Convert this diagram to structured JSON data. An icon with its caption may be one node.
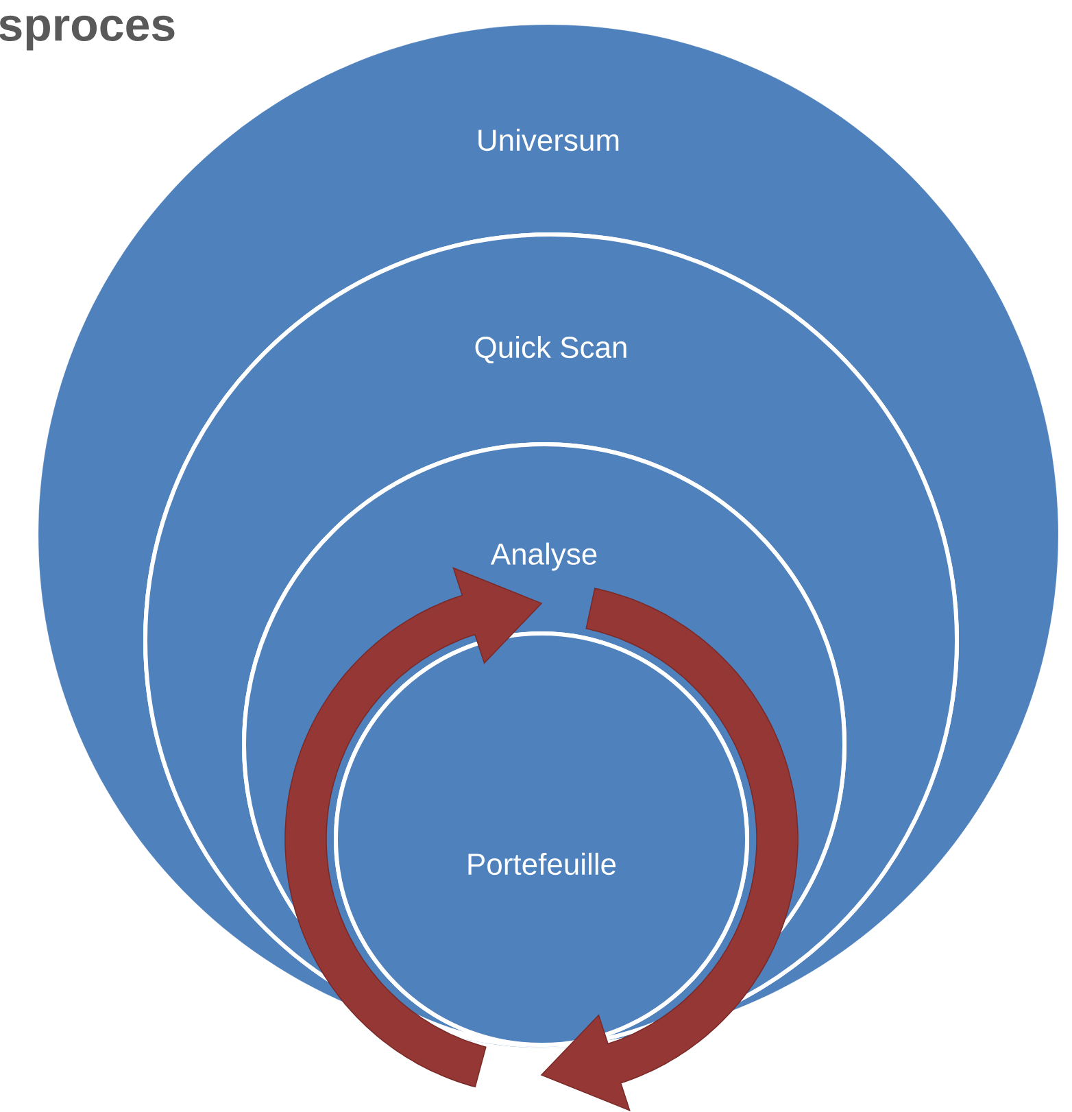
{
  "diagram": {
    "title": "sproces",
    "nodes": [
      {
        "text": [
          "Universum"
        ]
      },
      {
        "text": [
          "Quick Scan"
        ],
        "in": 0
      },
      {
        "text": [
          "Analyse"
        ],
        "in": 1
      },
      {
        "text": [
          "Portefeuille"
        ],
        "in": 2
      }
    ]
  }
}
